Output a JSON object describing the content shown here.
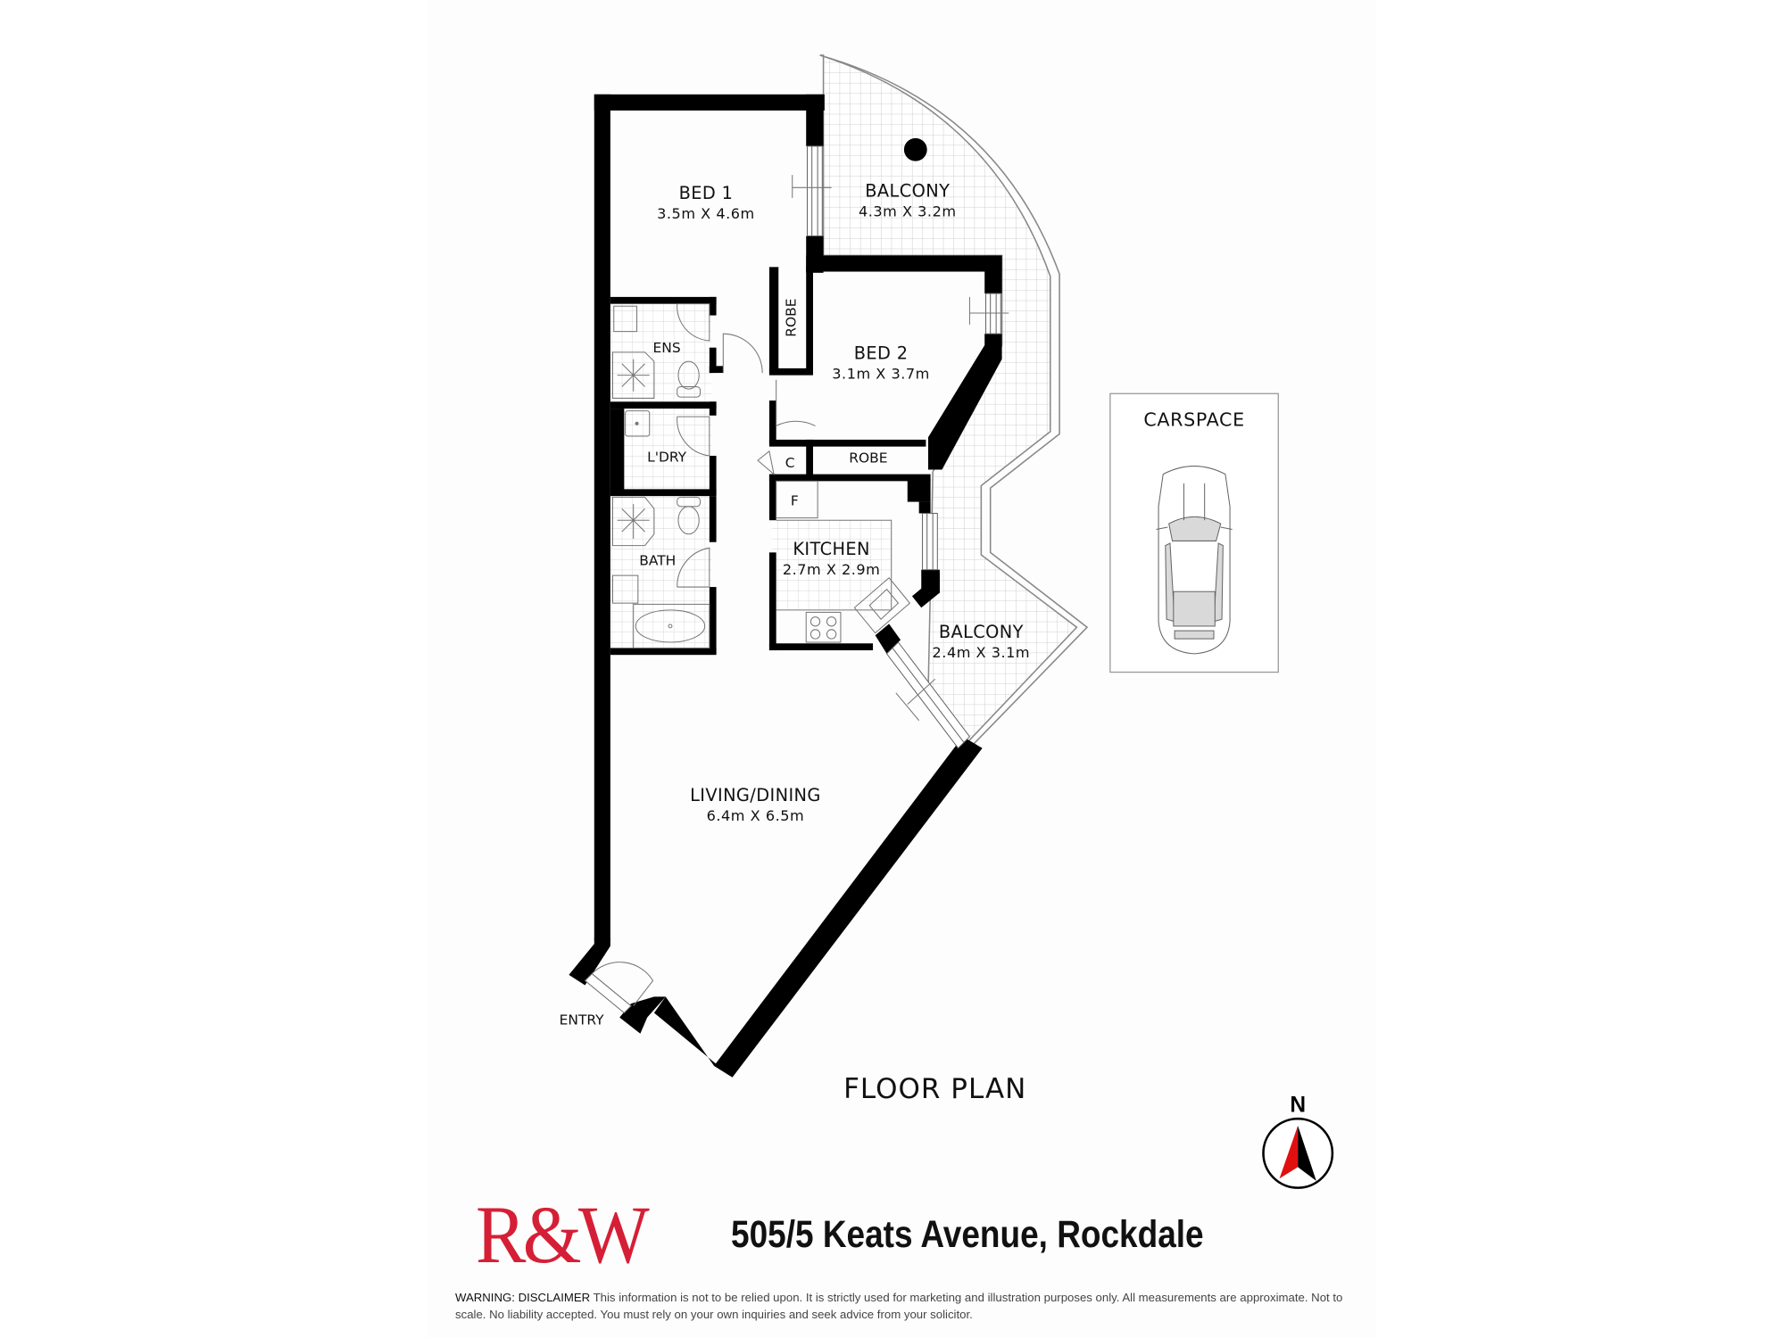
{
  "plan": {
    "title": "FLOOR PLAN",
    "rooms": [
      {
        "id": "bed1",
        "name": "BED 1",
        "dims": "3.5m X 4.6m"
      },
      {
        "id": "balcony1",
        "name": "BALCONY",
        "dims": "4.3m X 3.2m"
      },
      {
        "id": "bed2",
        "name": "BED 2",
        "dims": "3.1m X 3.7m"
      },
      {
        "id": "kitchen",
        "name": "KITCHEN",
        "dims": "2.7m X 2.9m"
      },
      {
        "id": "balcony2",
        "name": "BALCONY",
        "dims": "2.4m X 3.1m"
      },
      {
        "id": "living",
        "name": "LIVING/DINING",
        "dims": "6.4m X 6.5m"
      }
    ],
    "small_labels": {
      "ens": "ENS",
      "laundry": "L'DRY",
      "bath": "BATH",
      "robe1": "ROBE",
      "robe2": "ROBE",
      "cupboard": "C",
      "fridge": "F",
      "entry": "ENTRY"
    },
    "carspace": "CARSPACE",
    "compass": "N"
  },
  "footer": {
    "logo": "R&W",
    "address": "505/5 Keats Avenue, Rockdale",
    "disclaimer_label": "WARNING:  DISCLAIMER",
    "disclaimer_text": " This information is not to be relied upon.  It is strictly used for marketing and illustration purposes only. All measurements are approximate.  Not to scale.  No liability accepted. You must rely on your own inquiries and seek advice from your solicitor."
  },
  "colors": {
    "wall": "#000000",
    "brand_red": "#d51f36",
    "tile_grid": "#c8c8c8",
    "compass_red": "#e01010"
  }
}
